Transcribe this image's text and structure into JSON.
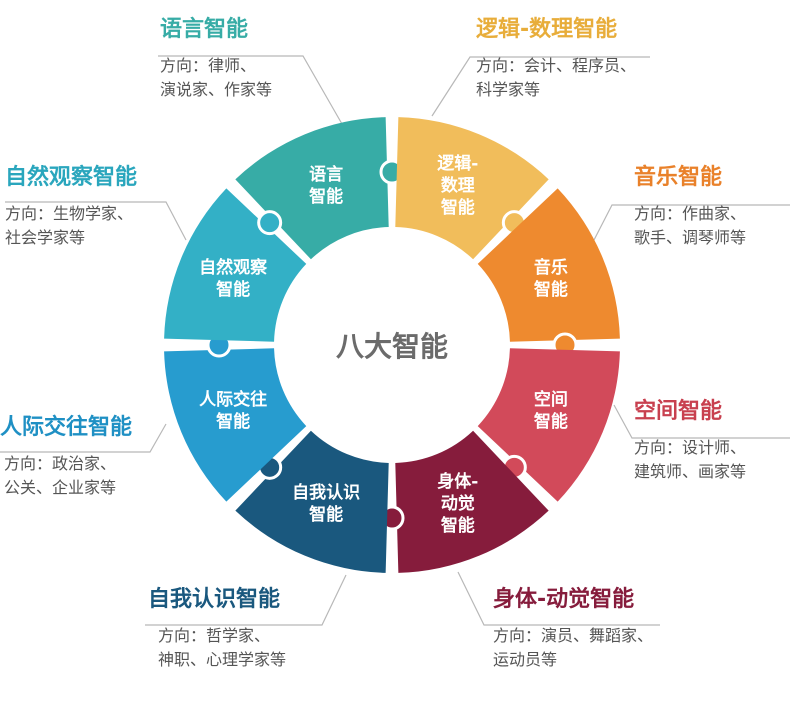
{
  "center_title": "八大智能",
  "segments": [
    {
      "id": "language",
      "label": "语言\n智能",
      "color": "#37aca6"
    },
    {
      "id": "logic",
      "label": "逻辑-\n数理\n智能",
      "color": "#f1bd5b"
    },
    {
      "id": "music",
      "label": "音乐\n智能",
      "color": "#ee8a2f"
    },
    {
      "id": "spatial",
      "label": "空间\n智能",
      "color": "#d24a5a"
    },
    {
      "id": "bodily",
      "label": "身体-\n动觉\n智能",
      "color": "#861c3c"
    },
    {
      "id": "intrapersonal",
      "label": "自我认识\n智能",
      "color": "#1a587e"
    },
    {
      "id": "interpersonal",
      "label": "人际交往\n智能",
      "color": "#279ccf"
    },
    {
      "id": "naturalist",
      "label": "自然观察\n智能",
      "color": "#33b0c6"
    }
  ],
  "callouts": [
    {
      "id": "language",
      "title": "语言智能",
      "desc": "方向：律师、\n演说家、作家等",
      "color": "#37aca6"
    },
    {
      "id": "logic",
      "title": "逻辑-数理智能",
      "desc": "方向：会计、程序员、\n科学家等",
      "color": "#e8ad3a"
    },
    {
      "id": "music",
      "title": "音乐智能",
      "desc": "方向：作曲家、\n歌手、调琴师等",
      "color": "#e9812a"
    },
    {
      "id": "spatial",
      "title": "空间智能",
      "desc": "方向：设计师、\n建筑师、画家等",
      "color": "#c8404f"
    },
    {
      "id": "bodily",
      "title": "身体-动觉智能",
      "desc": "方向：演员、舞蹈家、\n运动员等",
      "color": "#861c3c"
    },
    {
      "id": "intrapersonal",
      "title": "自我认识智能",
      "desc": "方向：哲学家、\n神职、心理学家等",
      "color": "#1a587e"
    },
    {
      "id": "interpersonal",
      "title": "人际交往智能",
      "desc": "方向：政治家、\n公关、企业家等",
      "color": "#1f90c4"
    },
    {
      "id": "naturalist",
      "title": "自然观察智能",
      "desc": "方向：生物学家、\n社会学家等",
      "color": "#2aa6bd"
    }
  ]
}
